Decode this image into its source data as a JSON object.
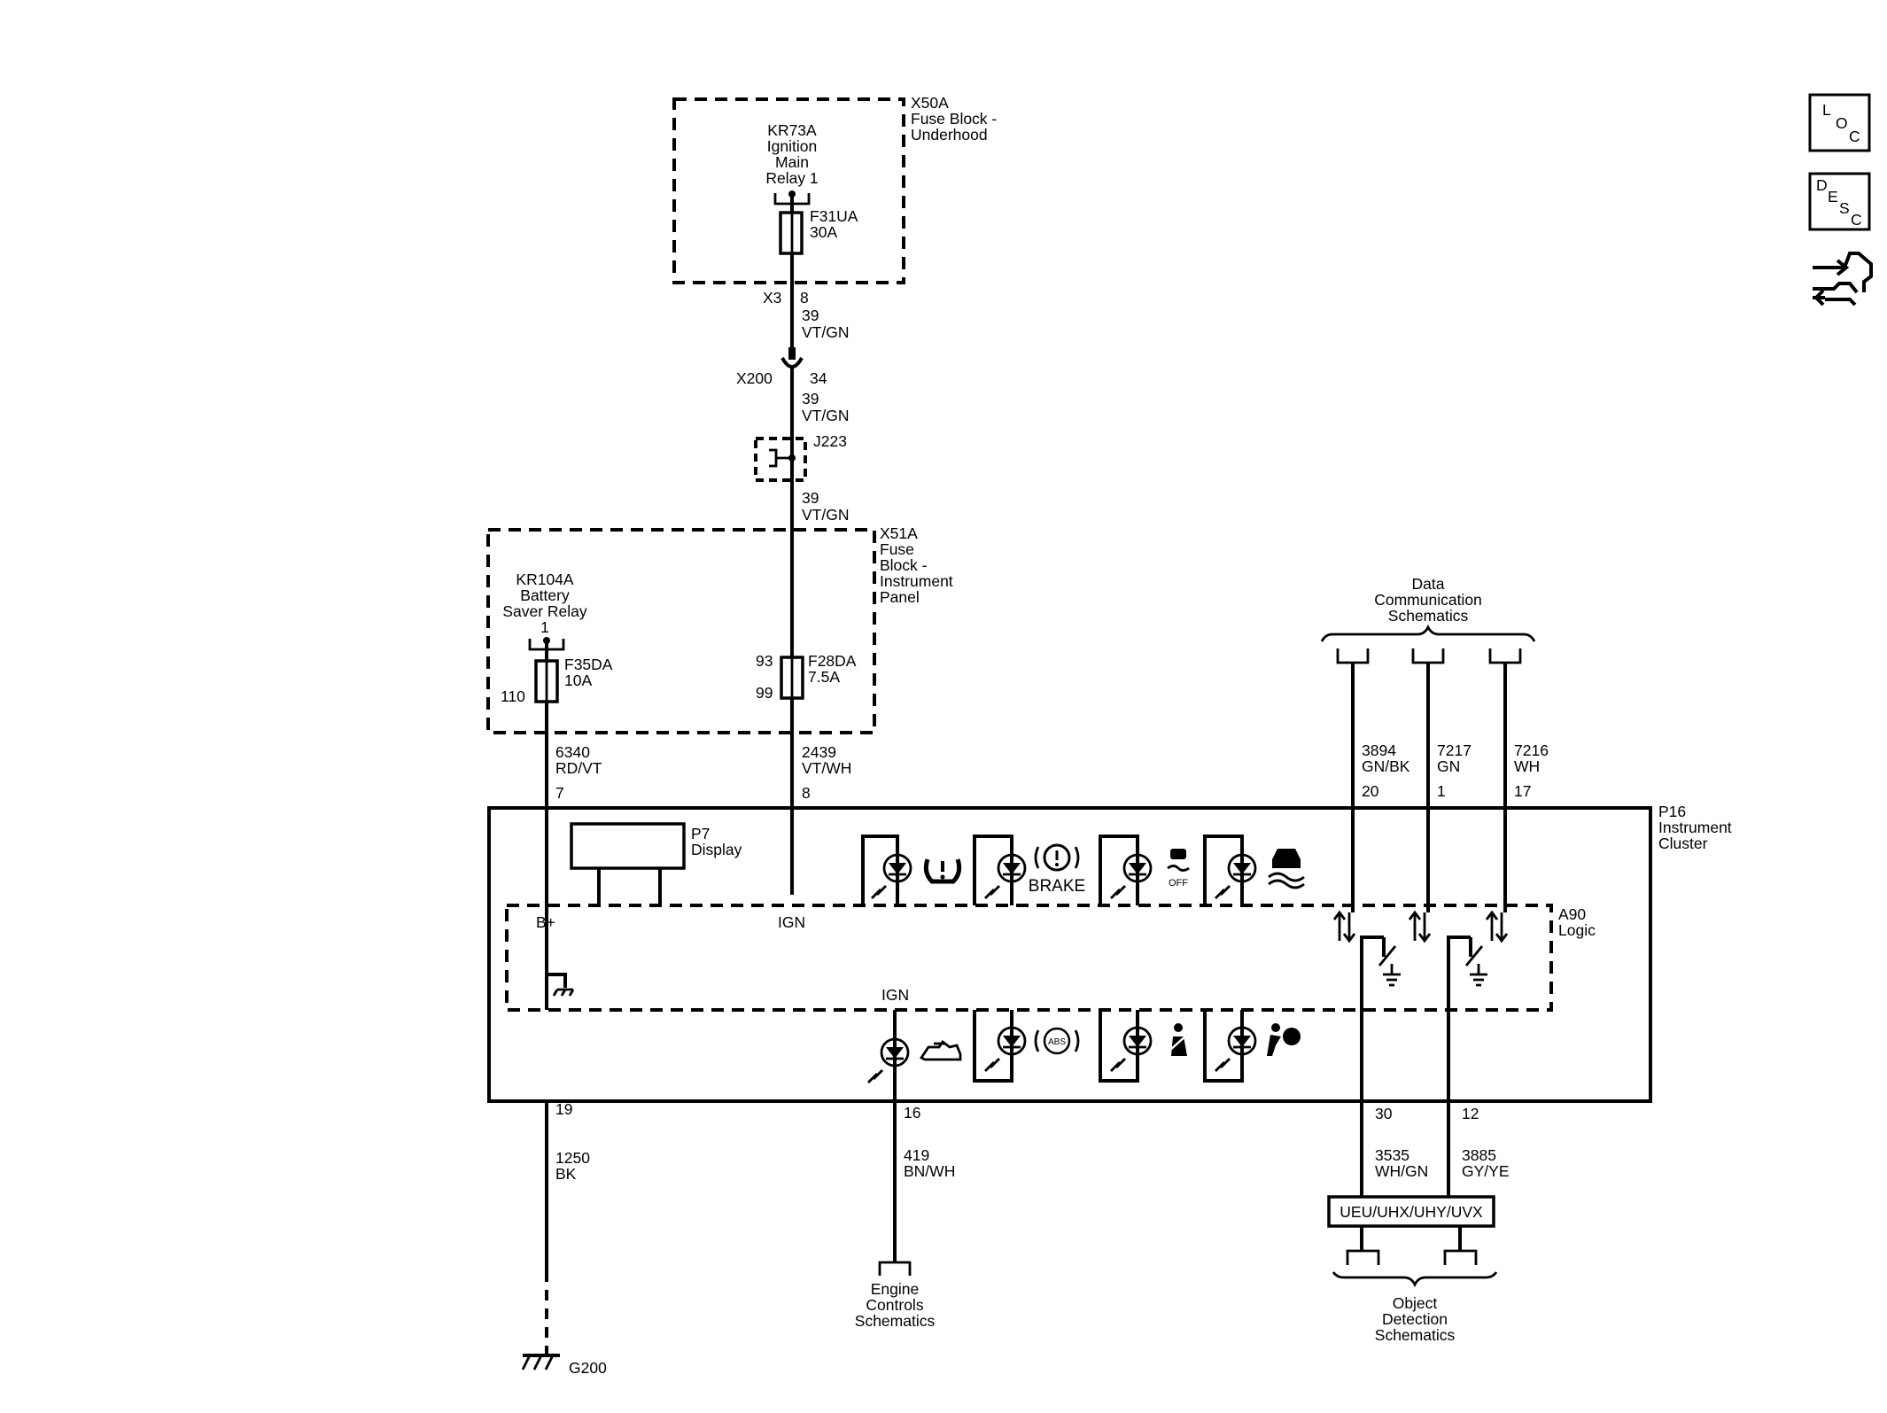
{
  "fuse_block_underhood": {
    "name": "X50A",
    "desc1": "Fuse Block -",
    "desc2": "Underhood",
    "relay": [
      "KR73A",
      "Ignition",
      "Main",
      "Relay 1"
    ],
    "fuse_name": "F31UA",
    "fuse_rating": "30A",
    "connector": "X3",
    "pin": "8"
  },
  "wire_top": {
    "circuit": "39",
    "color": "VT/GN"
  },
  "inline_x200": {
    "name": "X200",
    "pin": "34"
  },
  "wire_mid": {
    "circuit": "39",
    "color": "VT/GN"
  },
  "splice": {
    "name": "J223"
  },
  "wire_lower": {
    "circuit": "39",
    "color": "VT/GN"
  },
  "fuse_block_ip": {
    "name": "X51A",
    "desc": [
      "Fuse",
      "Block -",
      "Instrument",
      "Panel"
    ],
    "relay": [
      "KR104A",
      "Battery",
      "Saver Relay",
      "1"
    ],
    "fuse1_name": "F35DA",
    "fuse1_rating": "10A",
    "fuse1_pin": "110",
    "fuse2_name": "F28DA",
    "fuse2_rating": "7.5A",
    "fuse2_pin_in": "93",
    "fuse2_pin_out": "99"
  },
  "wire_6340": {
    "circuit": "6340",
    "color": "RD/VT",
    "pin": "7"
  },
  "wire_2439": {
    "circuit": "2439",
    "color": "VT/WH",
    "pin": "8"
  },
  "data_comm": {
    "title": [
      "Data",
      "Communication",
      "Schematics"
    ],
    "wires": [
      {
        "circuit": "3894",
        "color": "GN/BK",
        "pin": "20"
      },
      {
        "circuit": "7217",
        "color": "GN",
        "pin": "1"
      },
      {
        "circuit": "7216",
        "color": "WH",
        "pin": "17"
      }
    ]
  },
  "cluster": {
    "name": "P16",
    "desc1": "Instrument",
    "desc2": "Cluster",
    "display_name": "P7",
    "display_desc": "Display",
    "logic_name": "A90",
    "logic_desc": "Logic",
    "bplus": "B+",
    "ign_top": "IGN",
    "ign_bottom": "IGN",
    "brake_text": "BRAKE",
    "off_text": "OFF",
    "abs_text": "ABS"
  },
  "wire_1250": {
    "pin": "19",
    "circuit": "1250",
    "color": "BK"
  },
  "wire_419": {
    "pin": "16",
    "circuit": "419",
    "color": "BN/WH"
  },
  "wire_3535": {
    "pin": "30",
    "circuit": "3535",
    "color": "WH/GN"
  },
  "wire_3885": {
    "pin": "12",
    "circuit": "3885",
    "color": "GY/YE"
  },
  "option_code": "UEU/UHX/UHY/UVX",
  "engine_controls": [
    "Engine",
    "Controls",
    "Schematics"
  ],
  "object_detection": [
    "Object",
    "Detection",
    "Schematics"
  ],
  "ground": {
    "name": "G200"
  },
  "side_buttons": {
    "loc": [
      "L",
      "O",
      "C"
    ],
    "desc": [
      "D",
      "E",
      "S",
      "C"
    ],
    "diag_icon": "diagnostic-wrench-icon"
  }
}
